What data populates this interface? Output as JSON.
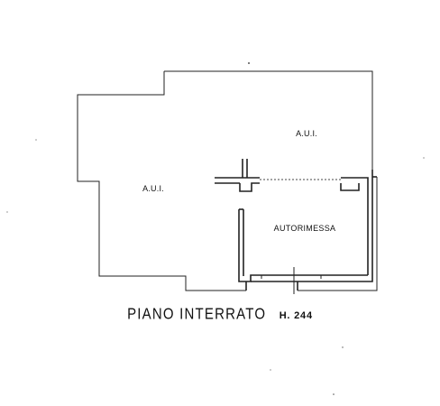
{
  "plan": {
    "rooms": [
      {
        "id": "aui-top",
        "label": "A.U.I."
      },
      {
        "id": "aui-left",
        "label": "A.U.I."
      },
      {
        "id": "garage",
        "label": "AUTORIMESSA"
      }
    ],
    "caption": {
      "title": "PIANO INTERRATO",
      "height": "H. 244"
    }
  }
}
